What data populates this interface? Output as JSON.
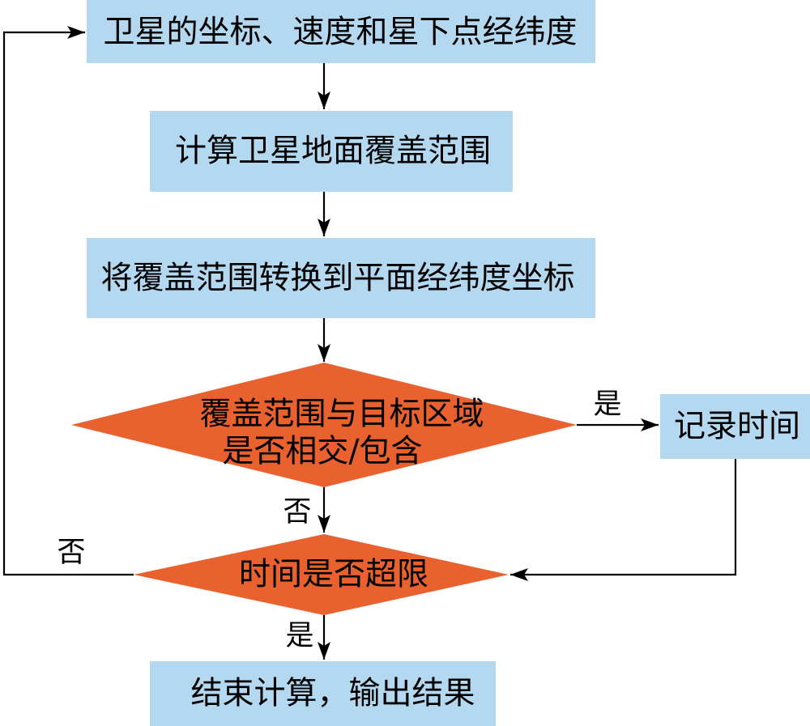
{
  "flowchart": {
    "nodes": {
      "input": "卫星的坐标、速度和星下点经纬度",
      "compute_coverage": "计算卫星地面覆盖范围",
      "convert_coordinates": "将覆盖范围转换到平面经纬度坐标",
      "intersect_decision": {
        "line1": "覆盖范围与目标区域",
        "line2": "是否相交/包含"
      },
      "record_time": "记录时间",
      "time_decision": "时间是否超限",
      "end": "结束计算，输出结果"
    },
    "edge_labels": {
      "intersect_yes": "是",
      "intersect_no": "否",
      "time_exceeded_no": "否",
      "time_exceeded_yes": "是"
    }
  },
  "colors": {
    "process_fill": "#B4D8F0",
    "decision_fill": "#E8612E",
    "connector": "#000000"
  }
}
